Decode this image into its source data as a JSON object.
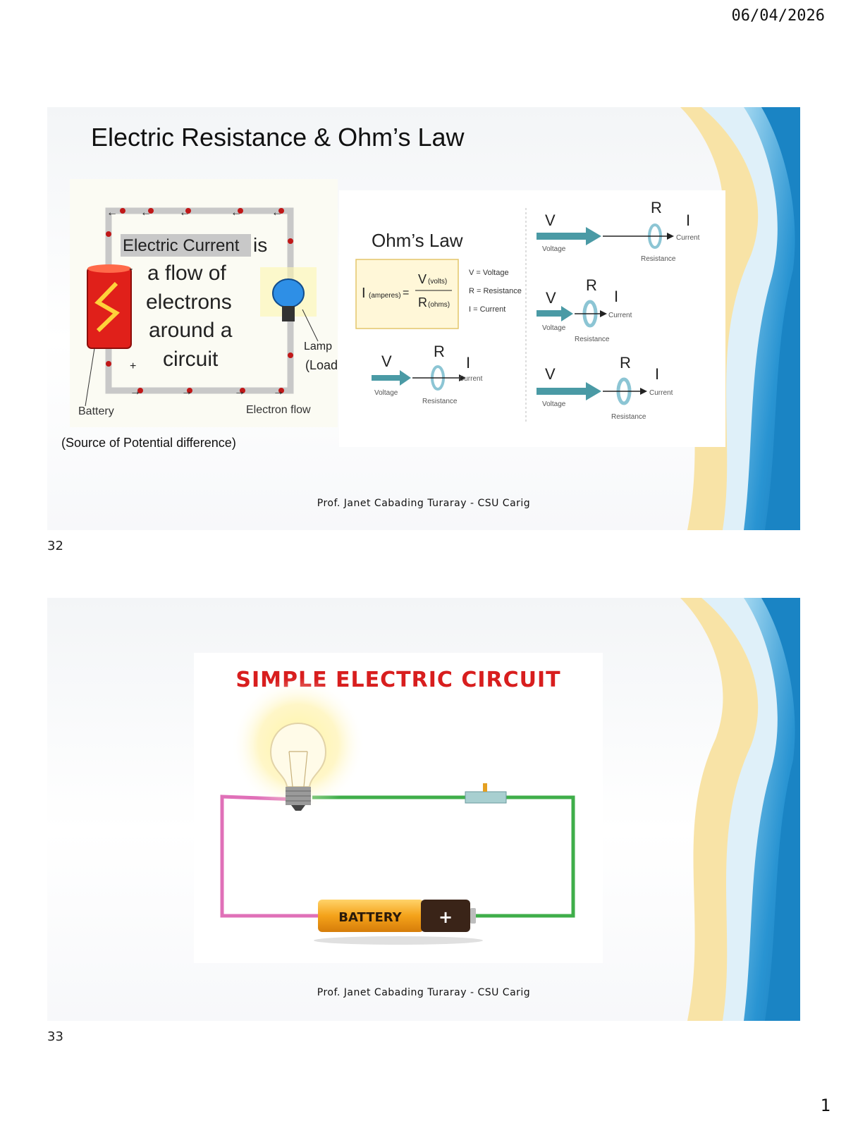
{
  "header": {
    "date": "06/04/2026"
  },
  "page": {
    "number": "1"
  },
  "slide32": {
    "number": "32",
    "title": "Electric Resistance & Ohm’s Law",
    "circuit": {
      "highlight": "Electric Current",
      "lines": [
        "is",
        "a flow of",
        "electrons",
        "around a",
        "circuit"
      ],
      "plus": "+",
      "minus": "-",
      "lamp": "Lamp",
      "load": "(Load)",
      "battery": "Battery",
      "electron_flow": "Electron flow",
      "source": "(Source of Potential difference)"
    },
    "ohms": {
      "heading": "Ohm’s Law",
      "formula": {
        "I": "I",
        "I_unit": "(amperes)",
        "eq": "=",
        "V": "V",
        "V_unit": "(volts)",
        "R": "R",
        "R_unit": "(ohms)"
      },
      "legend": [
        "V = Voltage",
        "R = Resistance",
        "I = Current"
      ],
      "diagram_labels": {
        "V": "V",
        "R": "R",
        "I": "I",
        "voltage": "Voltage",
        "resistance": "Resistance",
        "current": "Current"
      }
    },
    "footer": "Prof. Janet Cabading Turaray - CSU Carig"
  },
  "slide33": {
    "number": "33",
    "heading": "SIMPLE ELECTRIC CIRCUIT",
    "battery_label": "BATTERY",
    "battery_plus": "+",
    "footer": "Prof. Janet Cabading Turaray - CSU Carig"
  },
  "colors": {
    "accent_blue": "#1f8fd0",
    "accent_yellow": "#f7d36a",
    "title_red": "#d81e1e",
    "teal": "#4a9aa5"
  }
}
